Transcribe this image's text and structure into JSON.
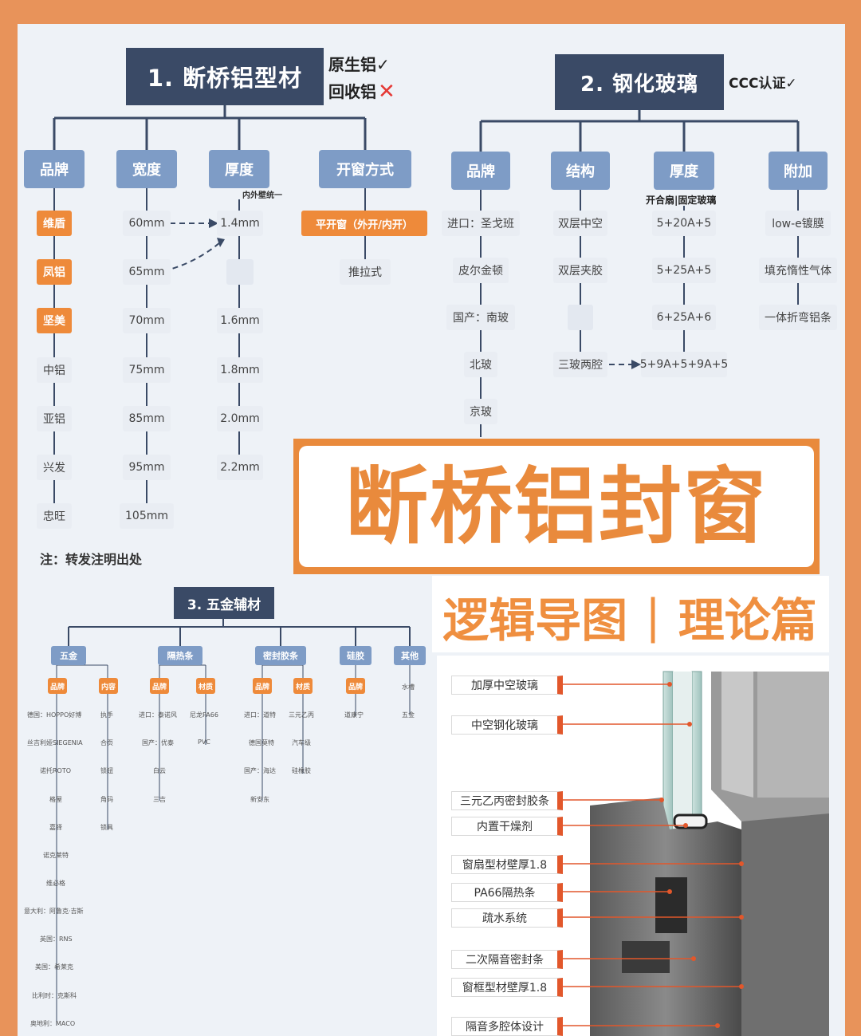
{
  "section1": {
    "title": "1. 断桥铝型材",
    "side_good": "原生铝✓",
    "side_bad": "回收铝",
    "categories": [
      "品牌",
      "宽度",
      "厚度",
      "开窗方式"
    ],
    "brand": [
      "维盾",
      "凤铝",
      "坚美",
      "中铝",
      "亚铝",
      "兴发",
      "忠旺"
    ],
    "width": [
      "60mm",
      "65mm",
      "70mm",
      "75mm",
      "85mm",
      "95mm",
      "105mm"
    ],
    "thickness_note": "内外壁统一",
    "thickness": [
      "1.4mm",
      "",
      "1.6mm",
      "1.8mm",
      "2.0mm",
      "2.2mm"
    ],
    "opening": [
      "平开窗（外开/内开）",
      "推拉式"
    ]
  },
  "section2": {
    "title": "2. 钢化玻璃",
    "side": "CCC认证✓",
    "categories": [
      "品牌",
      "结构",
      "厚度",
      "附加"
    ],
    "brand": [
      "进口：圣戈班",
      "皮尔金顿",
      "国产：南玻",
      "北玻",
      "京玻"
    ],
    "structure": [
      "双层中空",
      "双层夹胶",
      "",
      "三玻两腔"
    ],
    "thickness_note": "开合扇|固定玻璃",
    "thickness": [
      "5+20A+5",
      "5+25A+5",
      "6+25A+6",
      "5+9A+5+9A+5"
    ],
    "extra": [
      "low-e镀膜",
      "填充惰性气体",
      "一体折弯铝条"
    ]
  },
  "note": "注：转发注明出处",
  "section3": {
    "title": "3. 五金辅材",
    "categories": [
      "五金",
      "隔热条",
      "密封胶条",
      "硅胶",
      "其他"
    ],
    "sub_hw": [
      "品牌",
      "内容"
    ],
    "sub_ht": [
      "品牌",
      "材质"
    ],
    "sub_seal": [
      "品牌",
      "材质"
    ],
    "sub_sil": [
      "品牌"
    ],
    "hw_brand": [
      "德国：HOPPO好博",
      "丝吉利娅SIEGENIA",
      "诺托ROTO",
      "格屋",
      "嘉铎",
      "诺克莱特",
      "维必格",
      "意大利：阿鲁克·吉斯",
      "英国：RNS",
      "美国：希莱克",
      "比利时：克斯科",
      "奥地利：MACO"
    ],
    "hw_content": [
      "执手",
      "合页",
      "锁钮",
      "角码",
      "锁具"
    ],
    "ht_brand": [
      "进口：泰诺风",
      "国产：优泰",
      "白云",
      "三吉"
    ],
    "ht_material": [
      "尼龙PA66",
      "PVC"
    ],
    "seal_brand": [
      "进口：道特",
      "德国莫特",
      "国产：海达",
      "新安东"
    ],
    "seal_material": [
      "三元乙丙",
      "汽车级",
      "硅橡胶"
    ],
    "sil_brand": [
      "道康宁"
    ],
    "other": [
      "水槽",
      "五金"
    ]
  },
  "banner": {
    "main": "断桥铝封窗",
    "sub_left": "逻辑导图",
    "sub_divider": "|",
    "sub_right": "理论篇"
  },
  "callouts": [
    "加厚中空玻璃",
    "中空钢化玻璃",
    "三元乙丙密封胶条",
    "内置干燥剂",
    "窗扇型材壁厚1.8",
    "PA66隔热条",
    "疏水系统",
    "二次隔音密封条",
    "窗框型材壁厚1.8",
    "隔音多腔体设计"
  ],
  "colors": {
    "accent": "#e98a3c",
    "navy": "#3a4a66",
    "cat": "#7e9cc6",
    "callout_mark": "#e2572b"
  }
}
